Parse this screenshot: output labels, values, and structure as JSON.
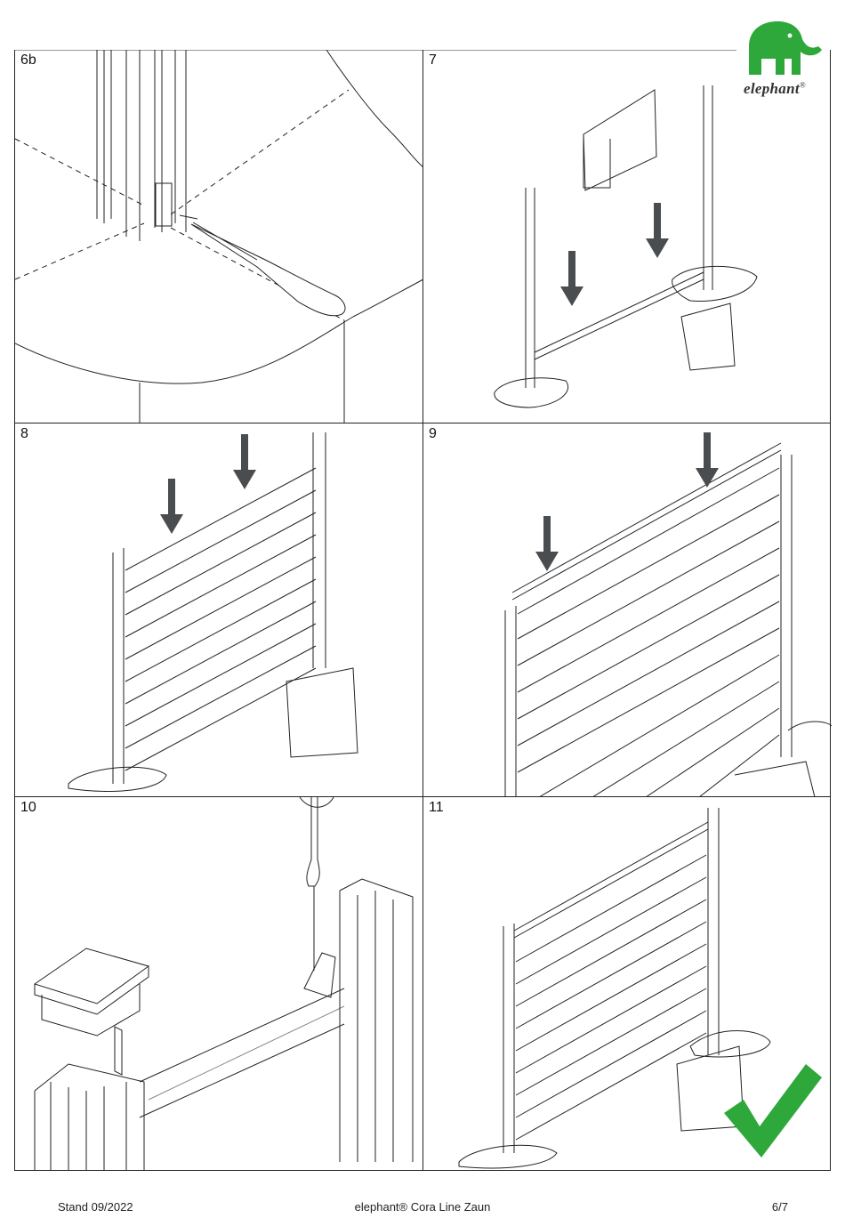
{
  "brand": {
    "name": "elephant",
    "mark": "®",
    "color": "#2ea83a"
  },
  "steps": [
    {
      "label": "6b"
    },
    {
      "label": "7"
    },
    {
      "label": "8"
    },
    {
      "label": "9"
    },
    {
      "label": "10"
    },
    {
      "label": "11"
    }
  ],
  "arrow_color": "#4a4d50",
  "check_color": "#2ea83a",
  "footer": {
    "left": "Stand 09/2022",
    "center": "elephant® Cora Line Zaun",
    "right": "6/7"
  }
}
